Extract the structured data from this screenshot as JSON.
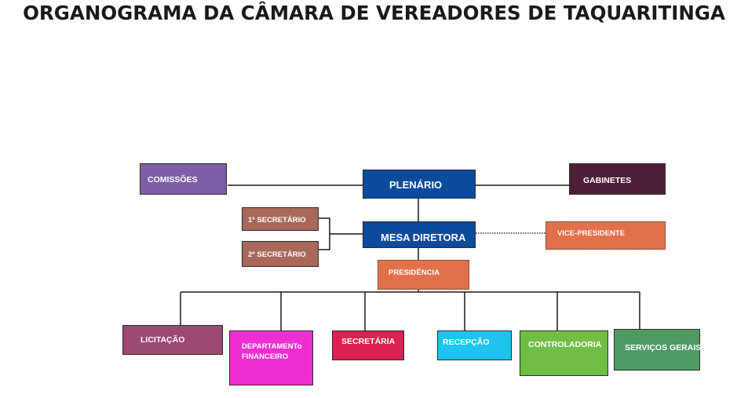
{
  "title": "ORGANOGRAMA DA CÂMARA DE VEREADORES DE TAQUARITINGA",
  "nodes": {
    "comissoes": "COMISSÕES",
    "plenario": "PLENÁRIO",
    "gabinetes": "GABINETES",
    "primeiro_secretario": "1º SECRETÁRIO",
    "segundo_secretario": "2º SECRETÁRIO",
    "mesa_diretora": "MESA DIRETORA",
    "vice_presidente": "VICE-PRESIDENTE",
    "presidencia": "PRESIDÊNCIA",
    "licitacao": "LICITAÇÃO",
    "departamento_financeiro": "DEPARTAMENTo FINANCEIRO",
    "secretaria": "SECRETÁRIA",
    "recepcao": "RECEPÇÃO",
    "controladoria": "CONTROLADORIA",
    "servicos_gerais": "SERVIÇOS GERAIS"
  },
  "colors": {
    "purple": "#7b5ea4",
    "navy": "#0b4a9c",
    "plum": "#4d2038",
    "brown": "#a8685a",
    "orange": "#e2704a",
    "mauve": "#9c4a72",
    "magenta": "#ee2ed0",
    "red": "#dc2050",
    "cyan": "#1ec3ef",
    "green": "#70bf44",
    "teal_green": "#4d9a63"
  }
}
